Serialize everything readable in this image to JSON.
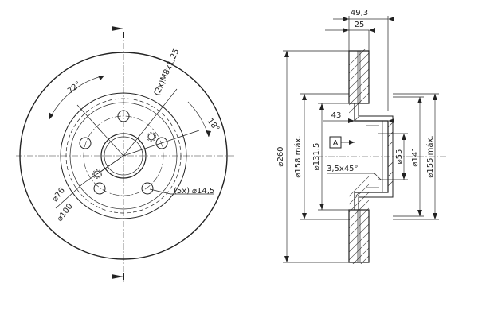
{
  "front_view": {
    "dia_outer": "⌀260",
    "dia_hub": "⌀76",
    "dia_bolt_circle": "⌀100",
    "thread": "(2x)M8x1,25",
    "angle_bolts": "72°",
    "angle_thread": "18°",
    "holes": "(5x)",
    "hole_dia": "⌀14,5"
  },
  "section_view": {
    "thickness_overall": "49,3",
    "thickness_disc": "25",
    "depth": "43",
    "datum": "A",
    "chamfer": "3,5x45°",
    "dia_260": "⌀260",
    "dia_158": "⌀158 máx.",
    "dia_131": "⌀131,5",
    "dia_55": "⌀55",
    "dia_141": "⌀141",
    "dia_155": "⌀155 máx."
  },
  "colors": {
    "line": "#222222",
    "background": "#ffffff"
  }
}
